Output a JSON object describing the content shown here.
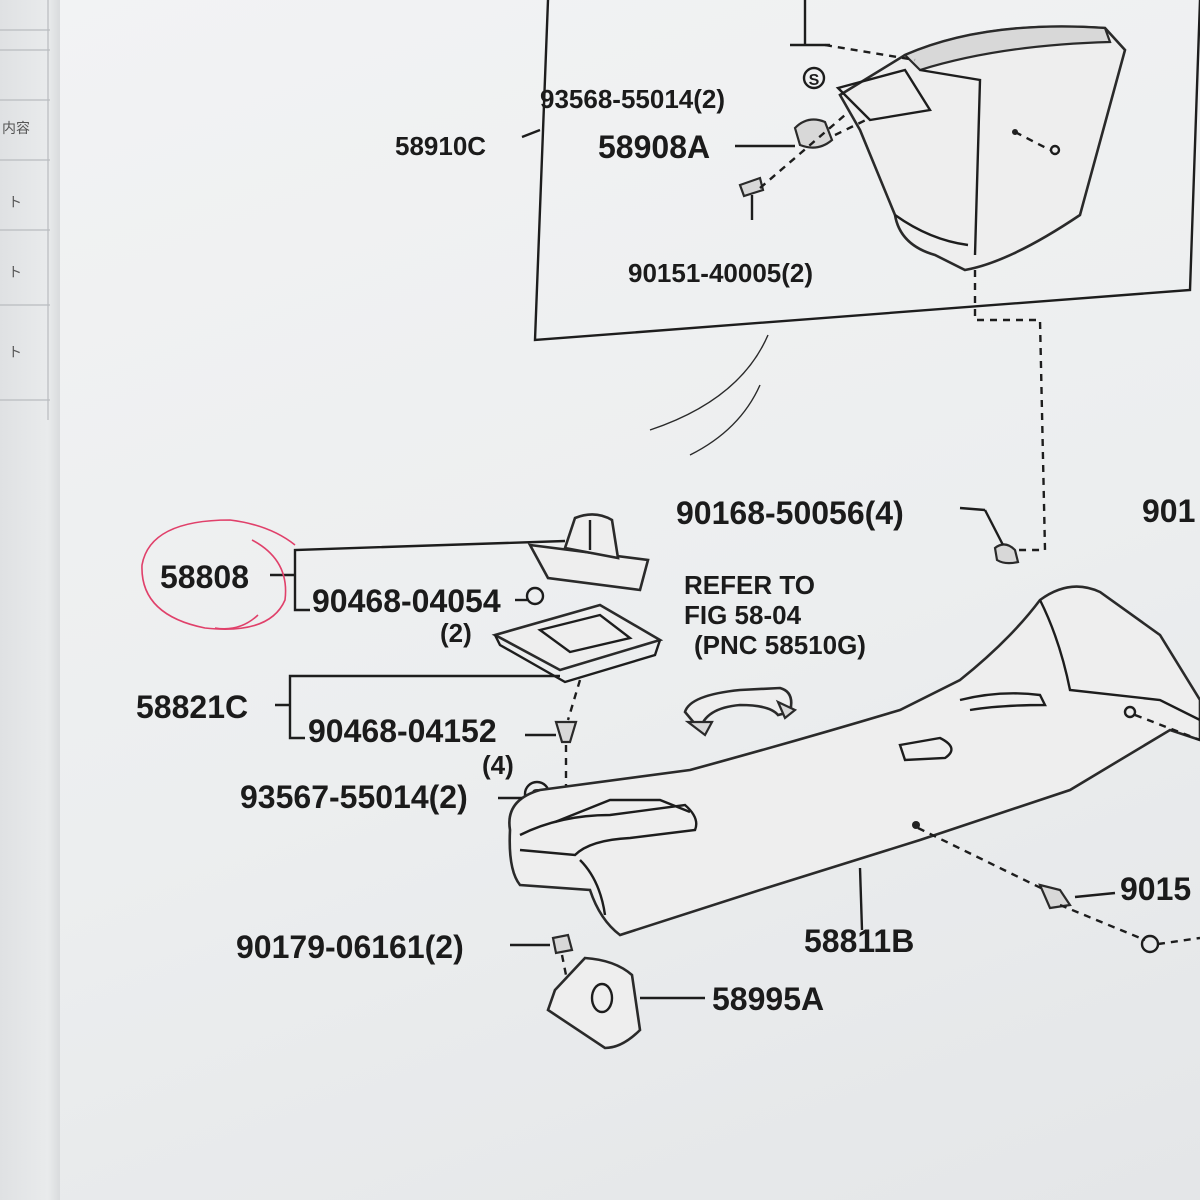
{
  "left_margin": {
    "header_text": "内容",
    "marks": [
      "ト",
      "ト",
      "ト"
    ]
  },
  "labels": {
    "l_93568": "93568-55014(2)",
    "l_58910c": "58910C",
    "l_58908a": "58908A",
    "l_90151_40005": "90151-40005(2)",
    "l_90168": "90168-50056(4)",
    "l_901_edge": "901",
    "l_58808": "58808",
    "l_90468_04054": "90468-04054",
    "l_qty2": "(2)",
    "l_refer1": "REFER TO",
    "l_refer2": "FIG 58-04",
    "l_refer3": "(PNC 58510G)",
    "l_58821c": "58821C",
    "l_90468_04152": "90468-04152",
    "l_qty4": "(4)",
    "l_93567": "93567-55014(2)",
    "l_90179": "90179-06161(2)",
    "l_58811b": "58811B",
    "l_58995a": "58995A",
    "l_9015_edge": "9015"
  },
  "symbols": {
    "s_mark": "S"
  },
  "colors": {
    "ink": "#1b1b1b",
    "pen_circle": "#e0406a",
    "paper": "#f0f1f2"
  }
}
